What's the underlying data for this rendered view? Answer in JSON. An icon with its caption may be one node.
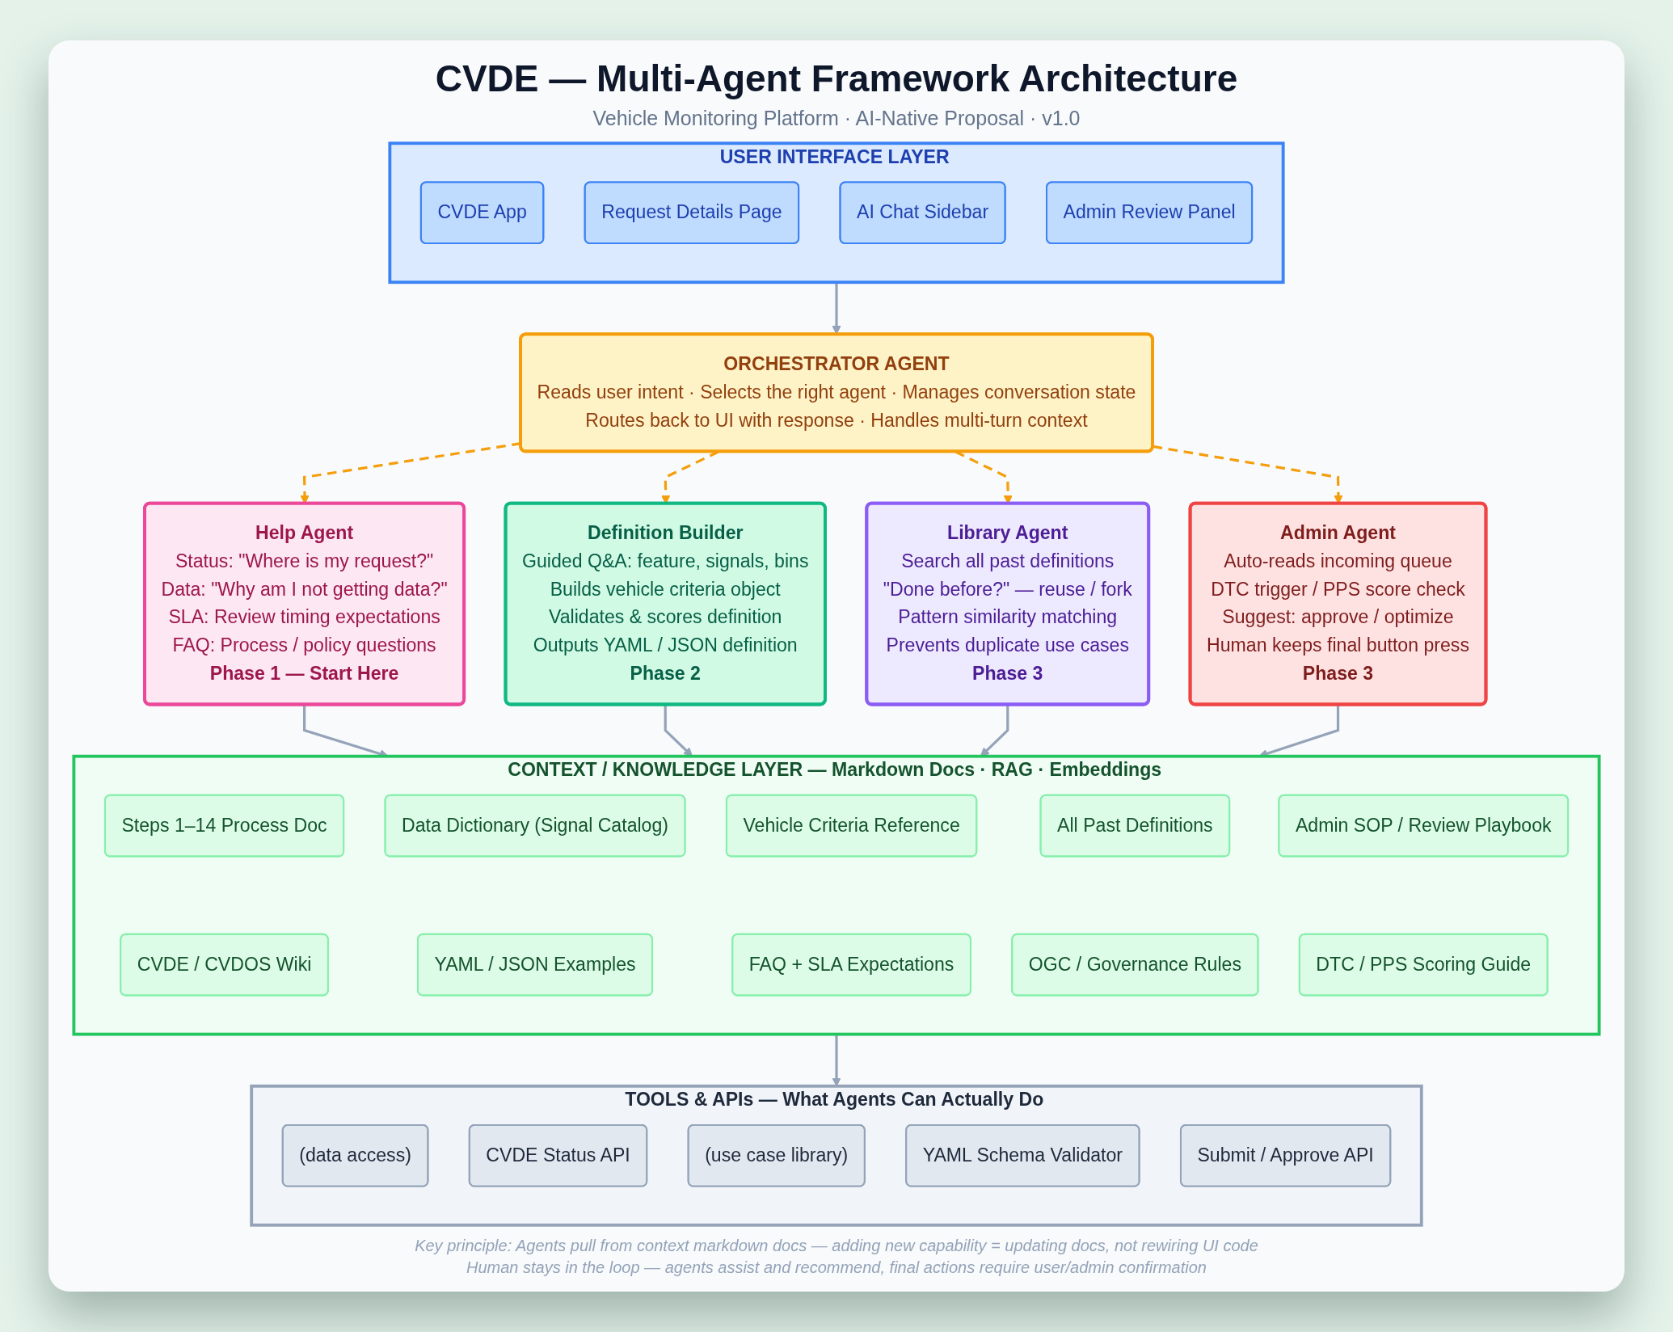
{
  "diagram": {
    "title": "CVDE — Multi-Agent Framework Architecture",
    "nodes": [
      {
        "text": [
          "USER INTERFACE LAYER"
        ]
      },
      {
        "text": [
          "CVDE App"
        ],
        "in": 0
      },
      {
        "text": [
          "Request Details Page"
        ],
        "in": 0
      },
      {
        "text": [
          "AI Chat Sidebar"
        ],
        "in": 0
      },
      {
        "text": [
          "Admin Review Panel"
        ],
        "in": 0
      },
      {
        "text": [
          "ORCHESTRATOR AGENT",
          "Reads user intent · Selects the right agent · Manages conversation state",
          "Routes back to UI with response · Handles multi-turn context"
        ]
      },
      {
        "text": [
          "Help Agent",
          "Status: \"Where is my request?\"",
          "Data: \"Why am I not getting data?\"",
          "SLA: Review timing expectations",
          "FAQ: Process / policy questions",
          "Phase 1 — Start Here"
        ]
      },
      {
        "text": [
          "Definition Builder",
          "Guided Q&A: feature, signals, bins",
          "Builds vehicle criteria object",
          "Validates & scores definition",
          "Outputs YAML / JSON definition",
          "Phase 2"
        ]
      },
      {
        "text": [
          "Library Agent",
          "Search all past definitions",
          "\"Done before?\" — reuse / fork",
          "Pattern similarity matching",
          "Prevents duplicate use cases",
          "Phase 3"
        ]
      },
      {
        "text": [
          "Admin Agent",
          "Auto-reads incoming queue",
          "DTC trigger / PPS score check",
          "Suggest: approve / optimize",
          "Human keeps final button press",
          "Phase 3"
        ]
      },
      {
        "text": [
          "CONTEXT / KNOWLEDGE LAYER — Markdown Docs · RAG · Embeddings"
        ]
      },
      {
        "text": [
          "Steps 1–14 Process Doc"
        ],
        "in": 10
      },
      {
        "text": [
          "Data Dictionary (Signal Catalog)"
        ],
        "in": 10
      },
      {
        "text": [
          "Vehicle Criteria Reference"
        ],
        "in": 10
      },
      {
        "text": [
          "All Past Definitions"
        ],
        "in": 10
      },
      {
        "text": [
          "Admin SOP / Review Playbook"
        ],
        "in": 10
      },
      {
        "text": [
          "CVDE / CVDOS Wiki"
        ],
        "in": 10
      },
      {
        "text": [
          "YAML / JSON Examples"
        ],
        "in": 10
      },
      {
        "text": [
          "FAQ + SLA Expectations"
        ],
        "in": 10
      },
      {
        "text": [
          "OGC / Governance Rules"
        ],
        "in": 10
      },
      {
        "text": [
          "DTC / PPS Scoring Guide"
        ],
        "in": 10
      },
      {
        "text": [
          "TOOLS & APIs — What Agents Can Actually Do"
        ]
      },
      {
        "text": [
          "(data access)"
        ],
        "in": 21
      },
      {
        "text": [
          "CVDE Status API"
        ],
        "in": 21
      },
      {
        "text": [
          "(use case library)"
        ],
        "in": 21
      },
      {
        "text": [
          "YAML Schema Validator"
        ],
        "in": 21
      },
      {
        "text": [
          "Submit / Approve API"
        ],
        "in": 21
      }
    ],
    "edges": [
      {
        "from": 0,
        "to": 5,
        "arrow": "to"
      },
      {
        "from": 5,
        "to": 6,
        "arrow": "to",
        "style": "dashed",
        "color": "#f59e0b"
      },
      {
        "from": 5,
        "to": 7,
        "arrow": "to",
        "style": "dashed",
        "color": "#f59e0b"
      },
      {
        "from": 5,
        "to": 8,
        "arrow": "to",
        "style": "dashed",
        "color": "#f59e0b"
      },
      {
        "from": 5,
        "to": 9,
        "arrow": "to",
        "style": "dashed",
        "color": "#f59e0b"
      },
      {
        "from": 6,
        "to": 10,
        "arrow": "to"
      },
      {
        "from": 7,
        "to": 10,
        "arrow": "to"
      },
      {
        "from": 8,
        "to": 10,
        "arrow": "to"
      },
      {
        "from": 9,
        "to": 10,
        "arrow": "to"
      },
      {
        "from": 10,
        "to": 21,
        "arrow": "to"
      }
    ],
    "labels": [
      "Vehicle Monitoring Platform · AI-Native Proposal · v1.0",
      "Key principle: Agents pull from context markdown docs — adding new capability = updating docs, not rewiring UI code",
      "Human stays in the loop — agents assist and recommend, final actions require user/admin confirmation"
    ]
  }
}
